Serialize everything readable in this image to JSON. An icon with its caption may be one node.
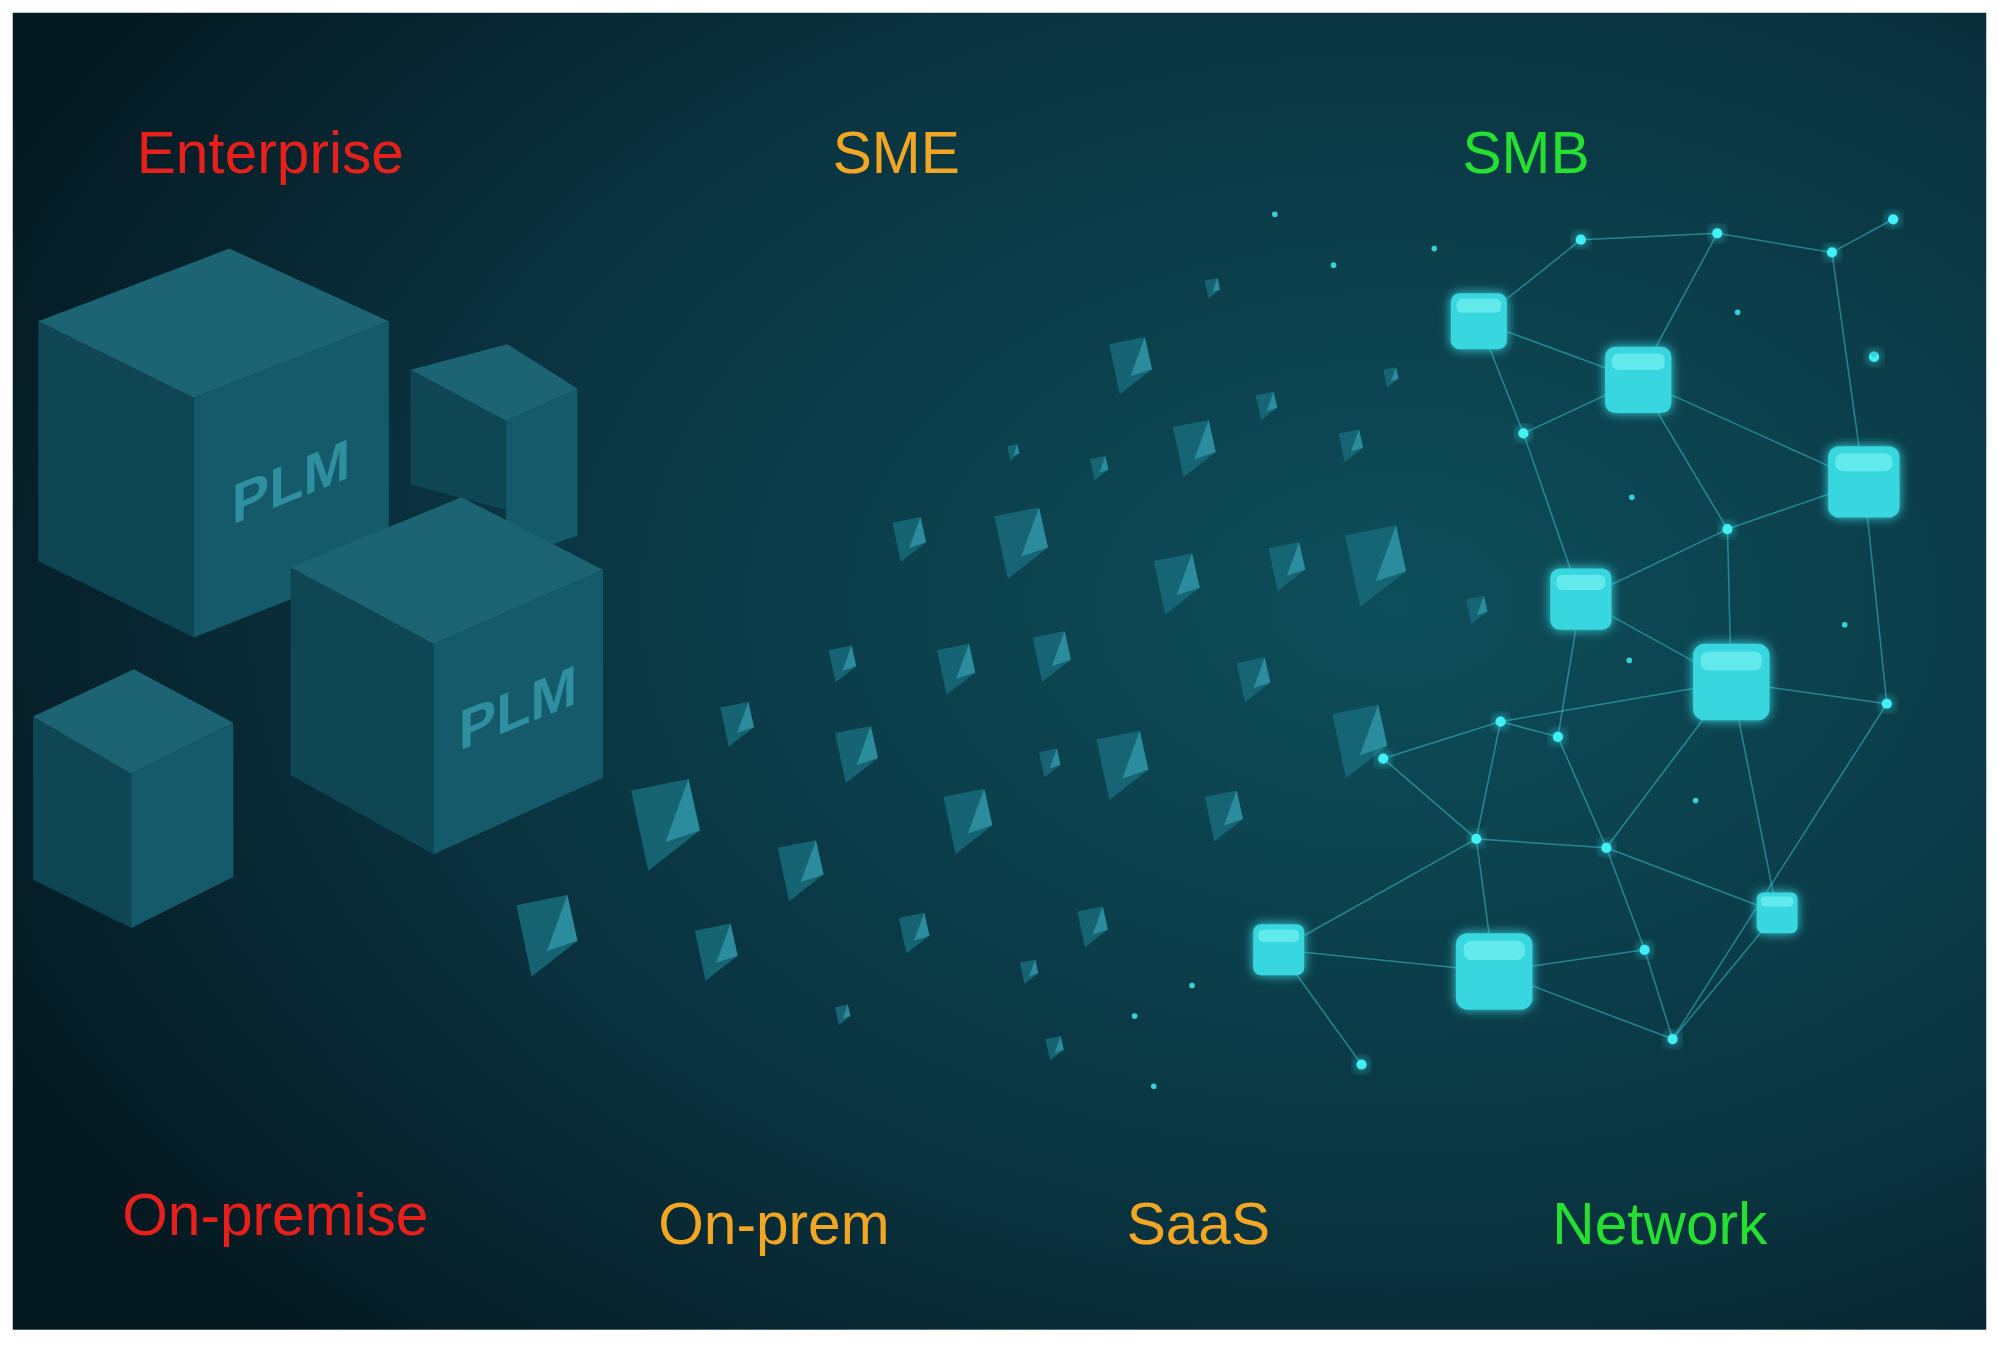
{
  "diagram": {
    "labels": [
      "Enterprise",
      "SME",
      "SMB",
      "PLM",
      "PLM",
      "On-premise",
      "On-prem",
      "SaaS",
      "Network"
    ]
  }
}
